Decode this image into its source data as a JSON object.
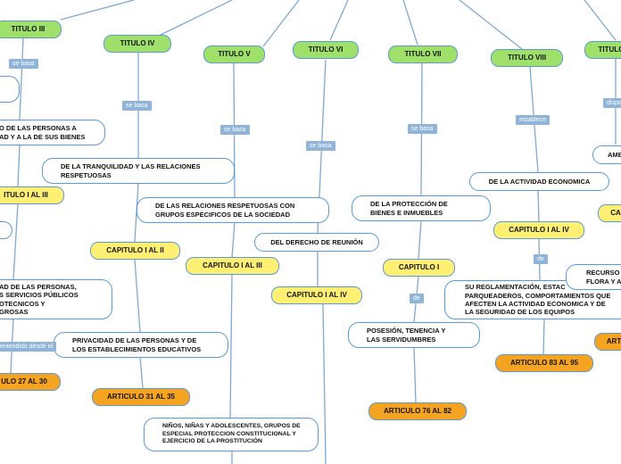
{
  "nodes": {
    "titulo3": "TITULO III",
    "titulo4": "TITULO IV",
    "titulo5": "TITULO V",
    "titulo6": "TITULO VI",
    "titulo7": "TITULO VII",
    "titulo8": "TITULO VIII",
    "titulo9": "TITULO",
    "personas_bienes": [
      "O DE LAS PERSONAS A",
      "AD Y A LA DE SUS BIENES"
    ],
    "tranquilidad": [
      "DE LA TRANQUILIDAD Y LAS RELACIONES",
      "RESPETUOSAS"
    ],
    "grupos": [
      "DE LAS RELACIONES RESPETUOSAS CON",
      "GRUPOS ESPECIFICOS DE LA SOCIEDAD"
    ],
    "reunion": "DEL DERECHO DE REUNIÓN",
    "proteccion_bienes": [
      "DE LA PROTECCIÓN DE",
      "BIENES E INMUEBLES"
    ],
    "actividad_economica": "DE LA ACTIVIDAD ECONOMICA",
    "ambiente": "AMB",
    "cap_1_3_left": "ITULO I AL III",
    "cap_1_2": "CAPITULO I AL II",
    "cap_1_3": "CAPITULO I AL III",
    "cap_1_4_mid": "CAPITULO I AL IV",
    "cap_1": "CAPITULO I",
    "cap_1_4": "CAPITULO I AL IV",
    "cap_right": "CA",
    "seguridad": [
      "AD DE LAS PERSONAS,",
      "S SERVICIOS PÚBLICOS",
      "OTECNICOS Y",
      "GROSAS"
    ],
    "privacidad": [
      "PRIVACIDAD DE LAS PERSONAS Y DE",
      "LOS ESTABLECIMIENTOS EDUCATIVOS"
    ],
    "posesion": [
      "POSESIÓN, TENENCIA Y",
      "LAS SERVIDUMBRES"
    ],
    "reglamentacion": [
      "SU REGLAMENTACIÓN, ESTAC",
      "PARQUEADEROS, COMPORTAMIENTOS QUE",
      "AFECTEN LA ACTIVIDAD ECONOMICA Y DE",
      "LA SEGURIDAD DE LOS EQUIPOS"
    ],
    "recurso": [
      "RECURSO",
      "FLORA Y A"
    ],
    "ninos": [
      "NIÑOS, NIÑAS Y ADOLESCENTES, GRUPOS DE",
      "ESPECIAL PROTECCION CONSTITUCIONAL Y",
      "EJERCICIO DE LA PROSTITUCIÓN"
    ],
    "art_27_30": "ULO 27 AL 30",
    "art_31_35": "ARTICULO 31 AL 35",
    "art_76_82": "ARTICULO 76 AL 82",
    "art_83_95": "ARTICULO 83 AL 95",
    "art_right": "ART"
  },
  "links": {
    "se_basa": "se basa",
    "establece": "establece",
    "de": "de",
    "entendido": "entendido desde el",
    "dispo": "dispo"
  },
  "colors": {
    "green": "#9ee06a",
    "yellow": "#ffef73",
    "orange": "#f5a422",
    "line": "#7fa9d1",
    "label_bg": "#8fb4d8"
  }
}
